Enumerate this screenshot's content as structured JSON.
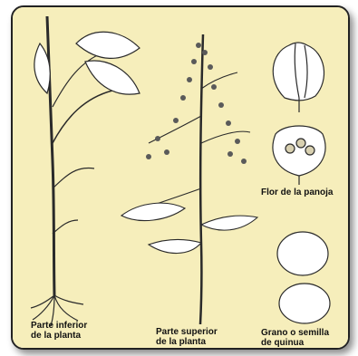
{
  "colors": {
    "background": "#f6eebb",
    "frame": "#222222",
    "ink": "#2a2a2a"
  },
  "labels": {
    "lower_part": [
      "Parte inferior",
      "de la planta"
    ],
    "upper_part": [
      "Parte superior",
      "de la planta"
    ],
    "panicle_flower": "Flor de la panoja",
    "grain_seed": [
      "Grano o semilla",
      "de quinua"
    ]
  },
  "figures": [
    {
      "name": "stem-lower-plant",
      "kind": "botanical drawing"
    },
    {
      "name": "panicle-upper-plant",
      "kind": "botanical drawing"
    },
    {
      "name": "flower-closed",
      "kind": "botanical drawing"
    },
    {
      "name": "flower-open",
      "kind": "botanical drawing"
    },
    {
      "name": "seed-top-view",
      "kind": "botanical drawing"
    },
    {
      "name": "seed-side-view",
      "kind": "botanical drawing"
    }
  ]
}
